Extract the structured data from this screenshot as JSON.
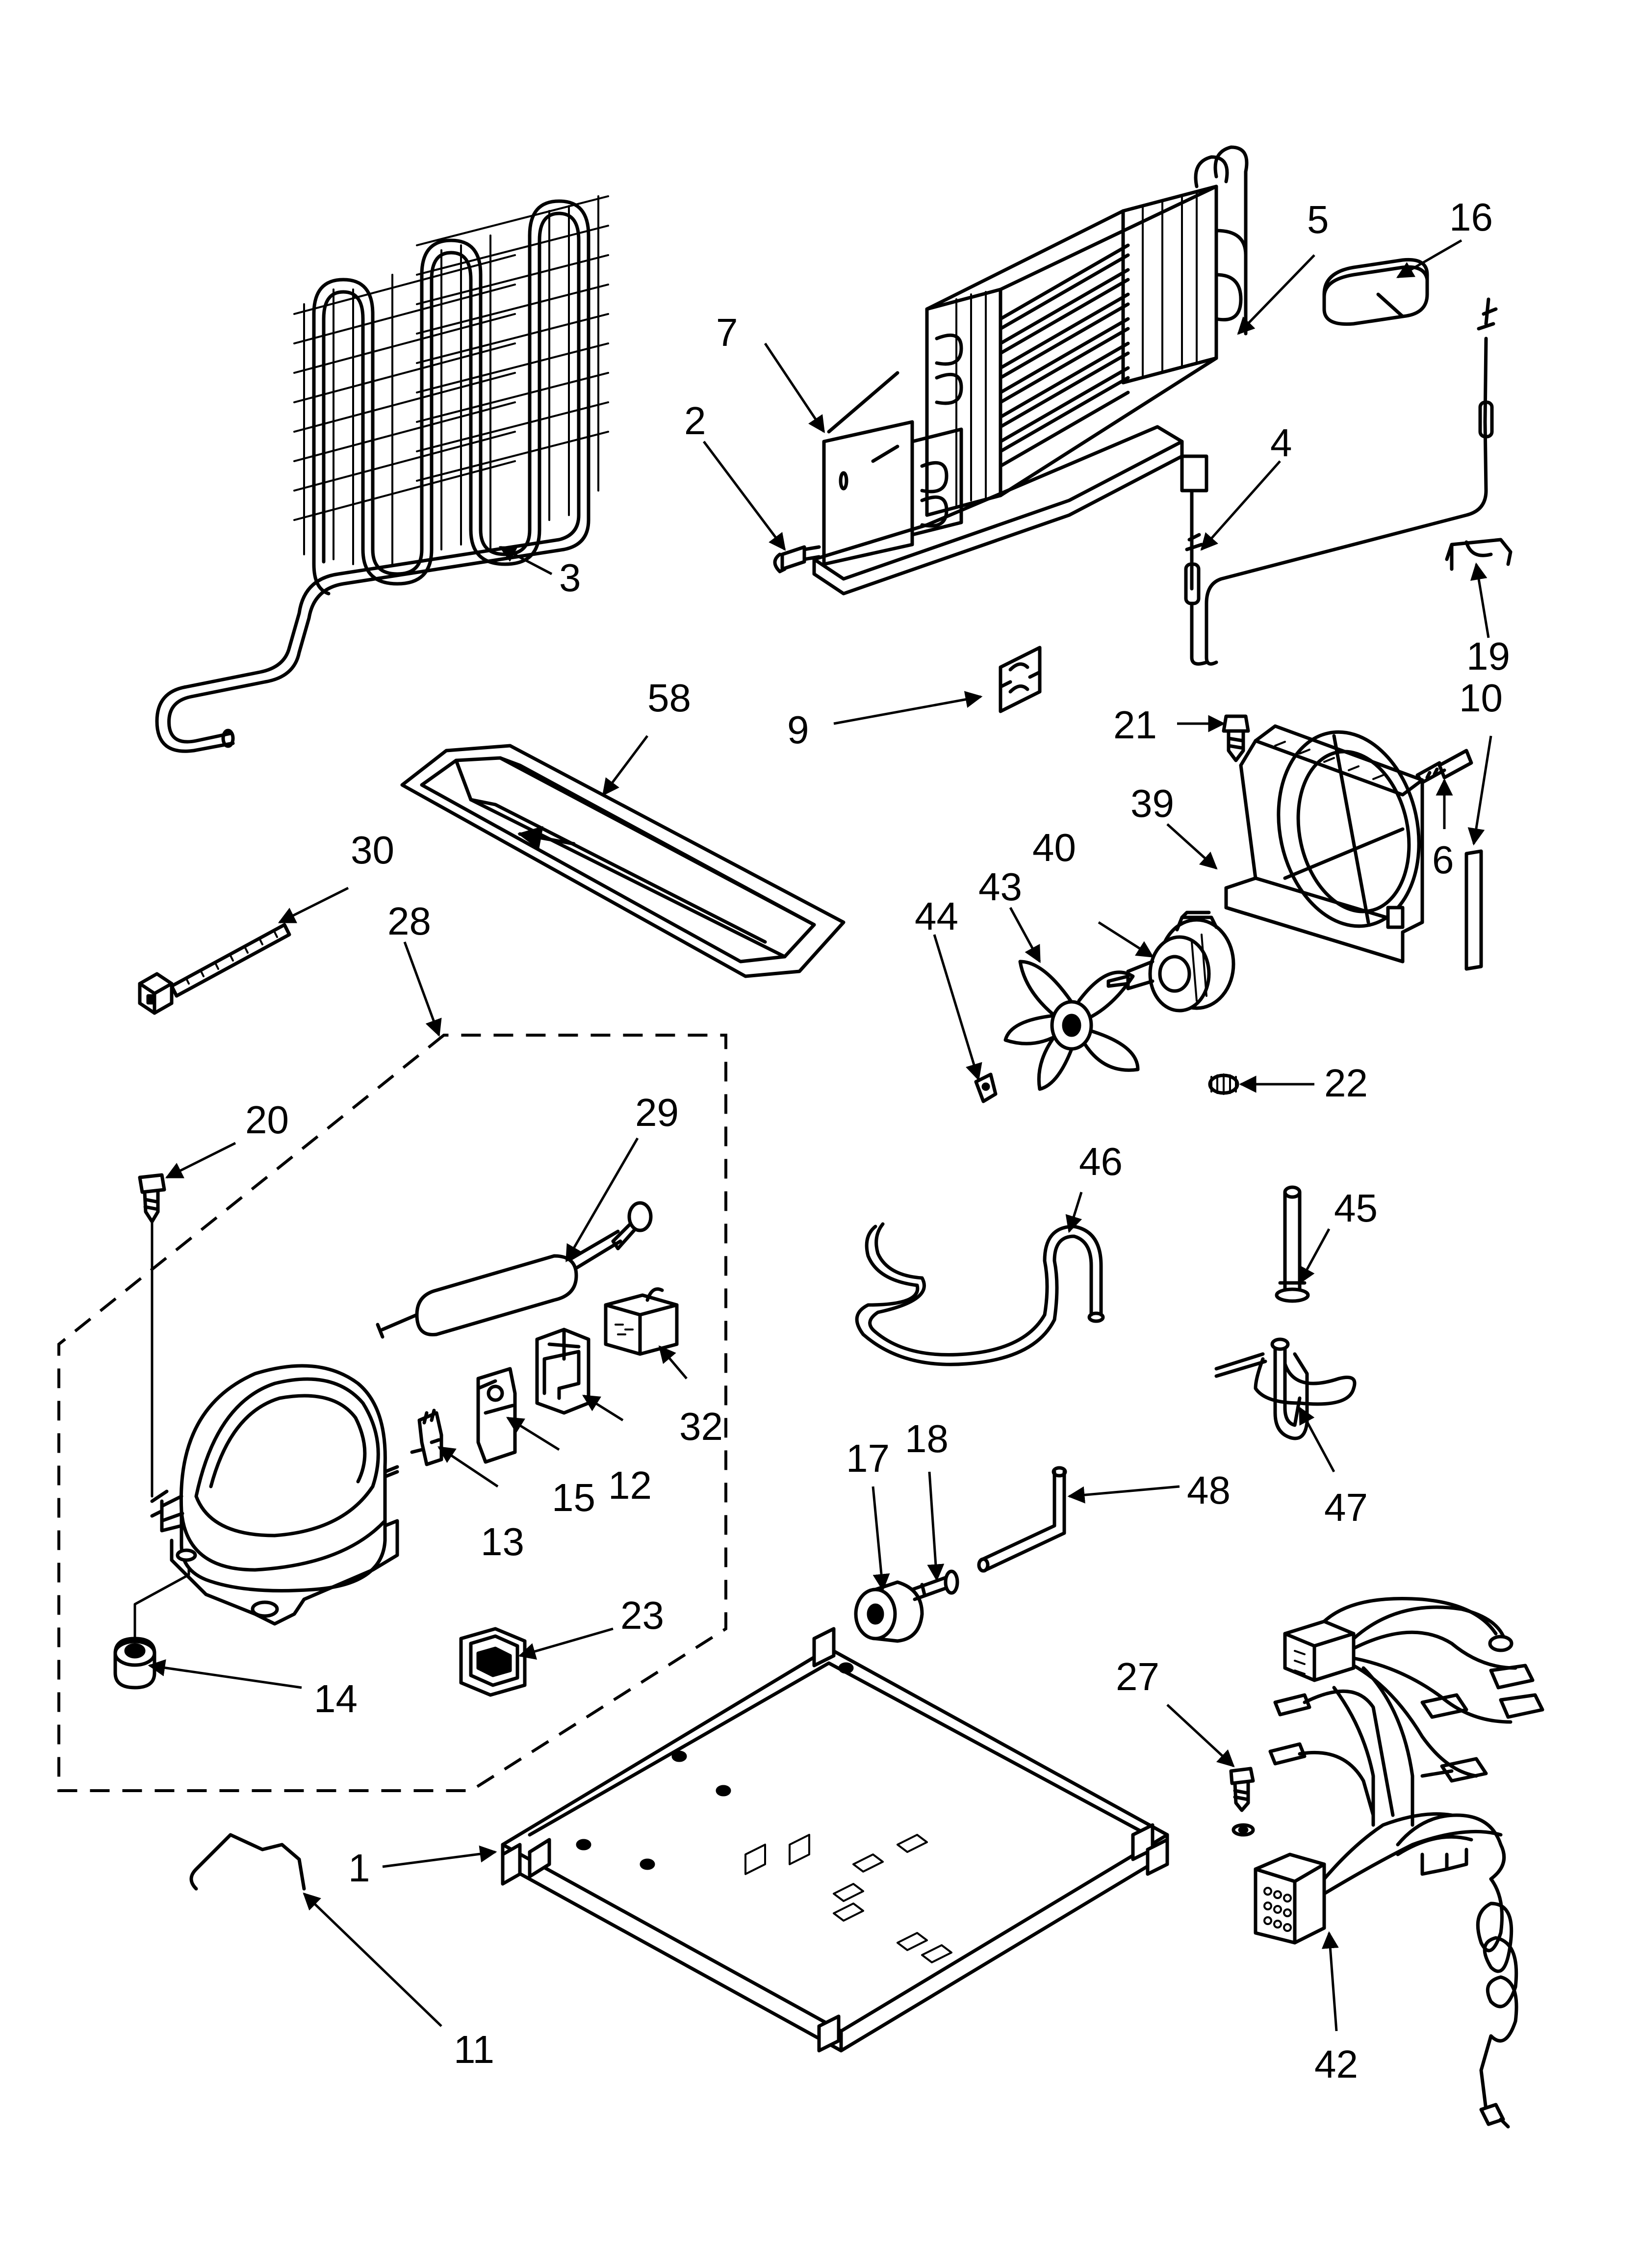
{
  "callouts": {
    "c1": "1",
    "c2": "2",
    "c3": "3",
    "c4": "4",
    "c5": "5",
    "c6": "6",
    "c7": "7",
    "c9": "9",
    "c10": "10",
    "c11": "11",
    "c12": "12",
    "c13": "13",
    "c14": "14",
    "c15": "15",
    "c16": "16",
    "c17": "17",
    "c18": "18",
    "c19": "19",
    "c20": "20",
    "c21": "21",
    "c22": "22",
    "c23": "23",
    "c27": "27",
    "c28": "28",
    "c29": "29",
    "c30": "30",
    "c32": "32",
    "c39": "39",
    "c40": "40",
    "c42": "42",
    "c43": "43",
    "c44": "44",
    "c45": "45",
    "c46": "46",
    "c47": "47",
    "c48": "48",
    "c58": "58"
  }
}
